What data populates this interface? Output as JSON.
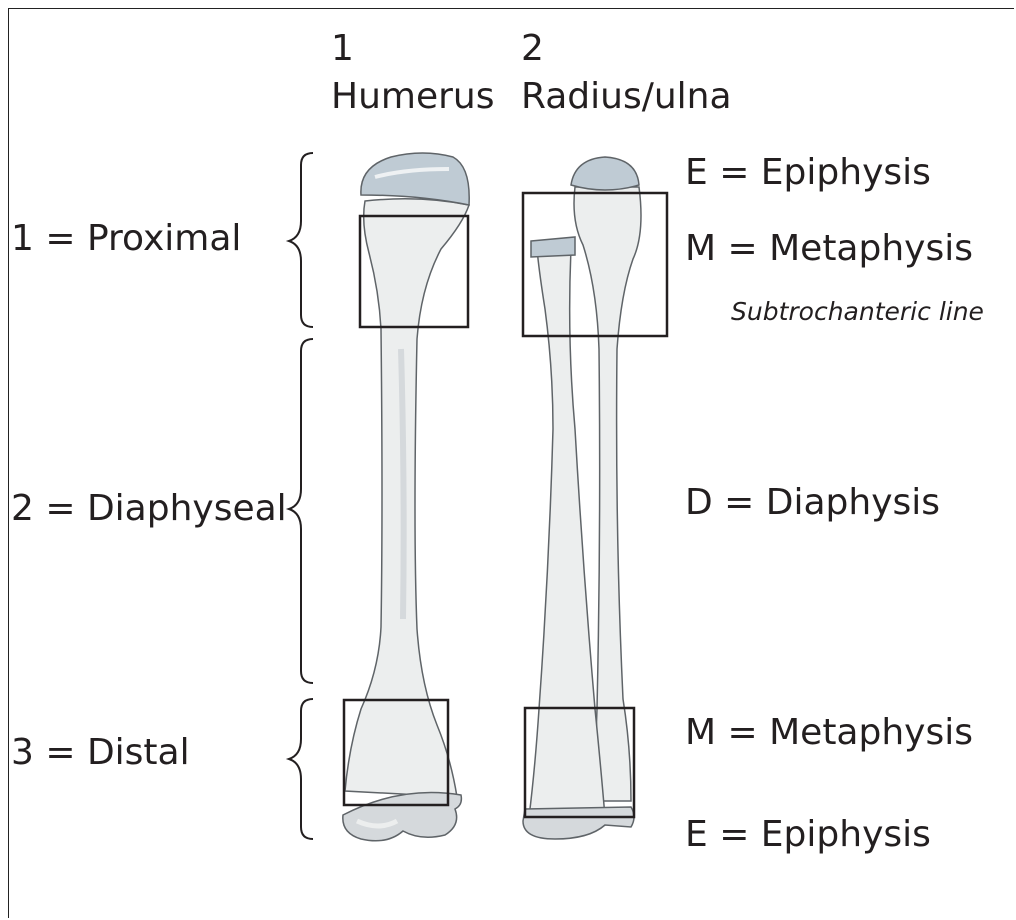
{
  "bones": [
    {
      "number": "1",
      "name": "Humerus"
    },
    {
      "number": "2",
      "name": "Radius/ulna"
    }
  ],
  "segments": [
    {
      "label": "1 = Proximal"
    },
    {
      "label": "2 = Diaphyseal"
    },
    {
      "label": "3 = Distal"
    }
  ],
  "zones": {
    "top_epiphysis": "E = Epiphysis",
    "top_metaphysis": "M = Metaphysis",
    "subtrochanteric": "Subtrochanteric line",
    "diaphysis": "D = Diaphysis",
    "bottom_metaphysis": "M = Metaphysis",
    "bottom_epiphysis": "E = Epiphysis"
  },
  "colors": {
    "bone_fill": "#eceeee",
    "bone_shade": "#d5d9dc",
    "cartilage": "#bfcbd4",
    "outline": "#5f6468",
    "box": "#231f20"
  }
}
